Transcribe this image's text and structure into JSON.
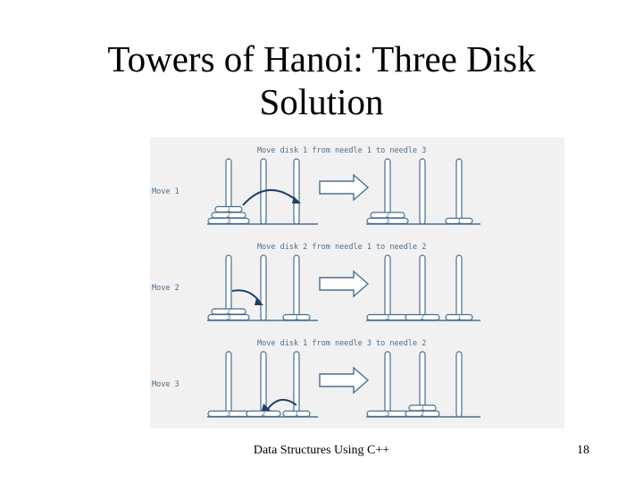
{
  "slide": {
    "title_line1": "Towers of Hanoi: Three Disk",
    "title_line2": "Solution",
    "footer": "Data Structures Using C++",
    "page_number": "18"
  },
  "colors": {
    "line": "#4a6f8e",
    "arrow": "#1f3f66",
    "panel_bg": "#f1f1f1"
  },
  "moves": [
    {
      "label": "Move 1",
      "caption": "Move disk 1 from needle 1 to needle 3",
      "before": [
        [
          "3",
          "2",
          "1"
        ],
        [],
        []
      ],
      "after": [
        [
          "3",
          "2"
        ],
        [],
        [
          "1"
        ]
      ]
    },
    {
      "label": "Move 2",
      "caption": "Move disk 2 from needle 1 to needle 2",
      "before": [
        [
          "3",
          "2"
        ],
        [],
        [
          "1"
        ]
      ],
      "after": [
        [
          "3"
        ],
        [
          "2"
        ],
        [
          "1"
        ]
      ]
    },
    {
      "label": "Move 3",
      "caption": "Move disk 1 from needle 3 to needle 2",
      "before": [
        [
          "3"
        ],
        [
          "2"
        ],
        [
          "1"
        ]
      ],
      "after": [
        [
          "3"
        ],
        [
          "2",
          "1"
        ],
        []
      ]
    }
  ]
}
